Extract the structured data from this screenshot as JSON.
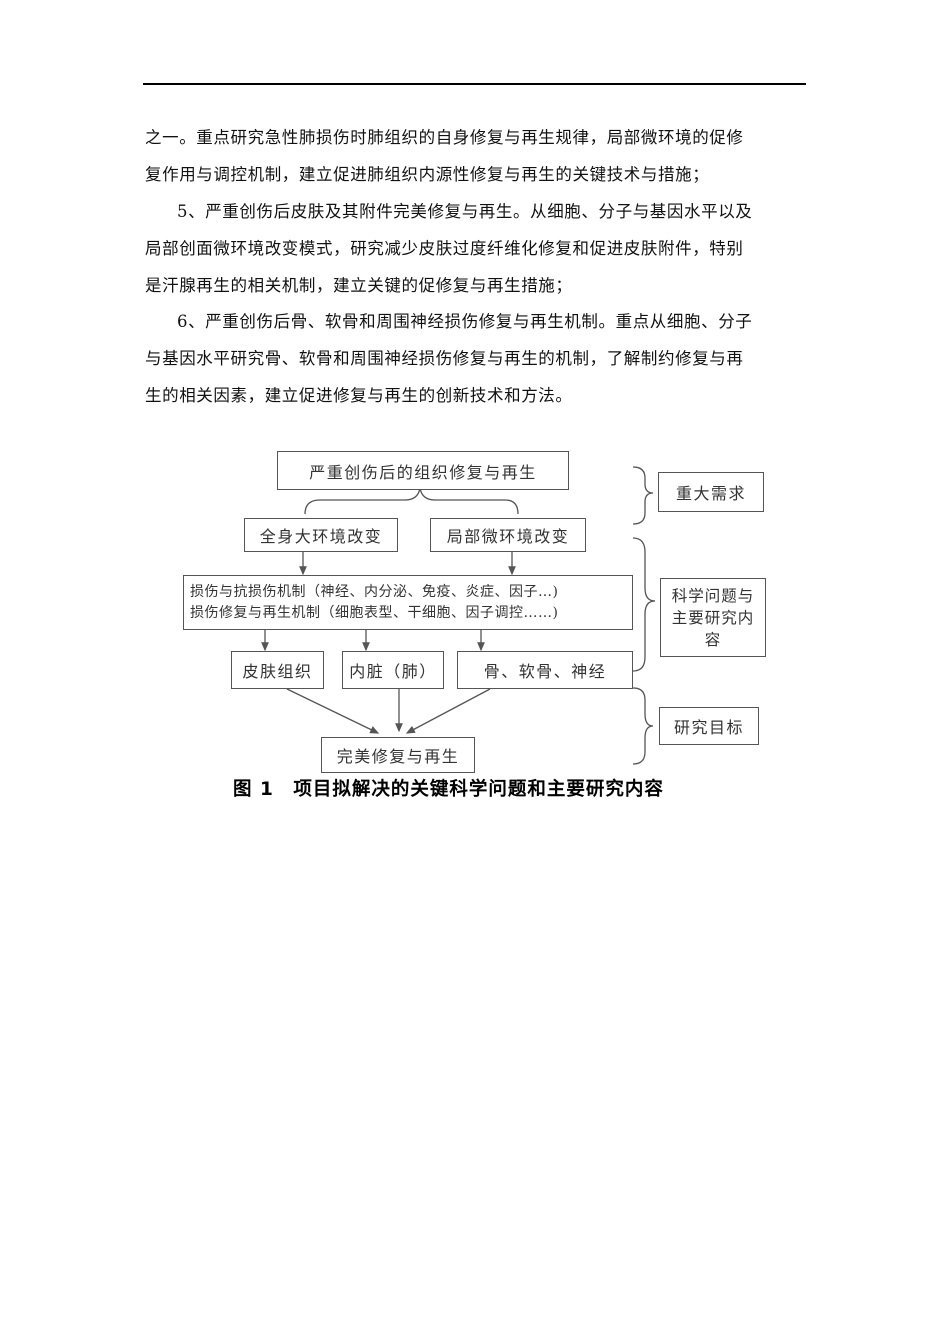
{
  "document": {
    "paragraphs": [
      {
        "lines": [
          "之一。重点研究急性肺损伤时肺组织的自身修复与再生规律，局部微环境的促修",
          "复作用与调控机制，建立促进肺组织内源性修复与再生的关键技术与措施；"
        ]
      },
      {
        "lines": [
          "5、严重创伤后皮肤及其附件完美修复与再生。从细胞、分子与基因水平以及",
          "局部创面微环境改变模式，研究减少皮肤过度纤维化修复和促进皮肤附件，特别",
          "是汗腺再生的相关机制，建立关键的促修复与再生措施；"
        ]
      },
      {
        "lines": [
          "6、严重创伤后骨、软骨和周围神经损伤修复与再生机制。重点从细胞、分子",
          "与基因水平研究骨、软骨和周围神经损伤修复与再生的机制，了解制约修复与再",
          "生的相关因素，建立促进修复与再生的创新技术和方法。"
        ]
      }
    ]
  },
  "diagram": {
    "top_box": "严重创伤后的组织修复与再生",
    "left_env": "全身大环境改变",
    "right_env": "局部微环境改变",
    "mechanism_line1": "损伤与抗损伤机制（神经、内分泌、免疫、炎症、因子…)",
    "mechanism_line2": "损伤修复与再生机制（细胞表型、干细胞、因子调控……)",
    "tissue_skin": "皮肤组织",
    "tissue_organ": "内脏（肺）",
    "tissue_bone": "骨、软骨、神经",
    "goal_box": "完美修复与再生",
    "label_need": "重大需求",
    "label_science_line1": "科学问题与",
    "label_science_line2": "主要研究内",
    "label_science_line3": "容",
    "label_target": "研究目标"
  },
  "caption": "图 1　项目拟解决的关键科学问题和主要研究内容"
}
